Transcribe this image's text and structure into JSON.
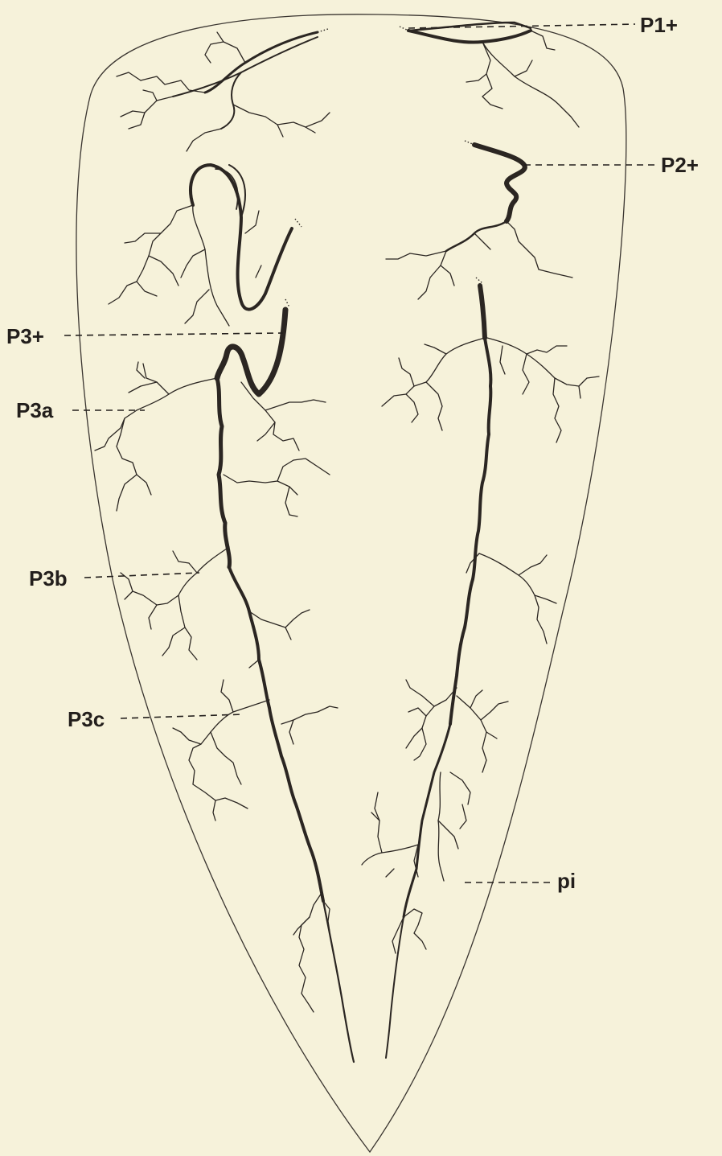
{
  "labels": {
    "p1": "P1+",
    "p2": "P2+",
    "p3": "P3+",
    "p3a": "P3a",
    "p3b": "P3b",
    "p3c": "P3c",
    "pi": "pi"
  },
  "colors": {
    "background": "#f6f2da",
    "ink": "#2b2622"
  }
}
